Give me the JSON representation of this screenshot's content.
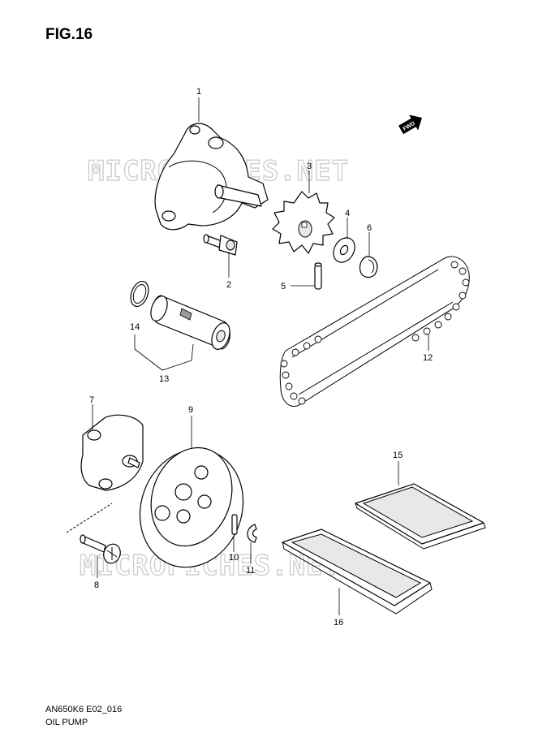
{
  "figure": {
    "title": "FIG.16",
    "code": "AN650K6 E02_016",
    "name": "OIL PUMP",
    "watermark": "MICROFICHES.NET",
    "fwd_badge": "FWD"
  },
  "callouts": {
    "c1": "1",
    "c2": "2",
    "c3": "3",
    "c4": "4",
    "c5": "5",
    "c6": "6",
    "c7": "7",
    "c8": "8",
    "c9": "9",
    "c10": "10",
    "c11": "11",
    "c12": "12",
    "c13": "13",
    "c14": "14",
    "c15": "15",
    "c16": "16"
  }
}
